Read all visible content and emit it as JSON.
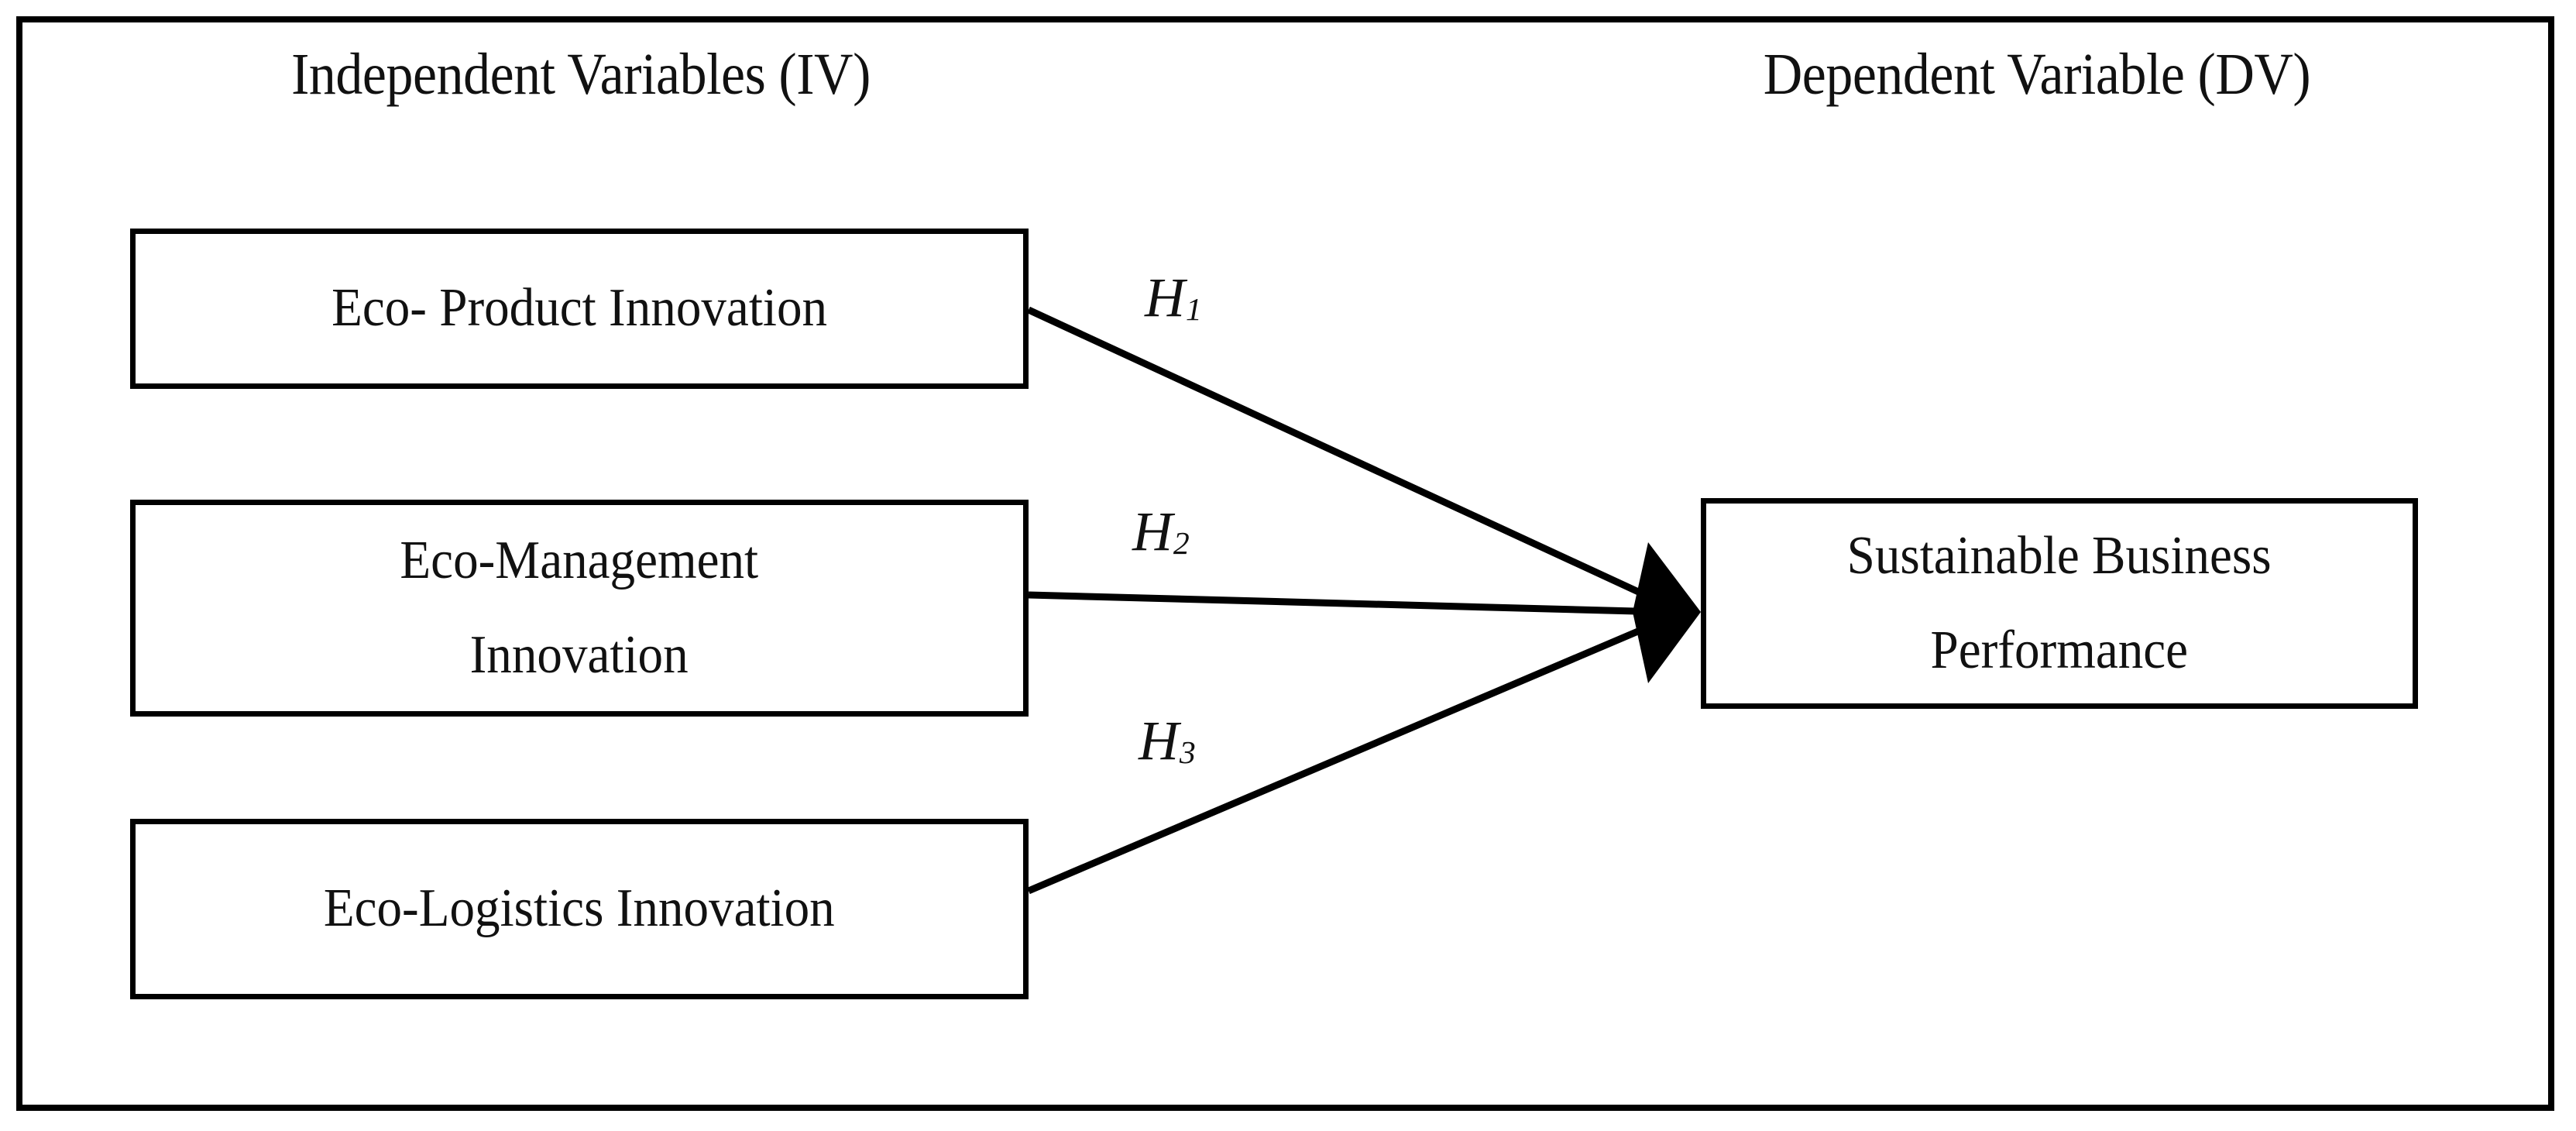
{
  "figure": {
    "type": "conceptual-framework-diagram",
    "background_color": "#ffffff",
    "line_color": "#000000",
    "text_color": "#111111"
  },
  "headers": {
    "independent": "Independent Variables (IV)",
    "dependent": "Dependent Variable (DV)"
  },
  "independent_variables": [
    {
      "id": "eco-product",
      "line1": "Eco- Product Innovation",
      "line2": ""
    },
    {
      "id": "eco-management",
      "line1": "Eco-Management",
      "line2": "Innovation"
    },
    {
      "id": "eco-logistics",
      "line1": "Eco-Logistics Innovation",
      "line2": ""
    }
  ],
  "dependent_variable": {
    "id": "sustainable-business-performance",
    "line1": "Sustainable Business",
    "line2": "Performance"
  },
  "hypotheses": [
    {
      "id": "h1",
      "letter": "H",
      "subscript": "1",
      "from": "eco-product",
      "to": "sustainable-business-performance"
    },
    {
      "id": "h2",
      "letter": "H",
      "subscript": "2",
      "from": "eco-management",
      "to": "sustainable-business-performance"
    },
    {
      "id": "h3",
      "letter": "H",
      "subscript": "3",
      "from": "eco-logistics",
      "to": "sustainable-business-performance"
    }
  ]
}
